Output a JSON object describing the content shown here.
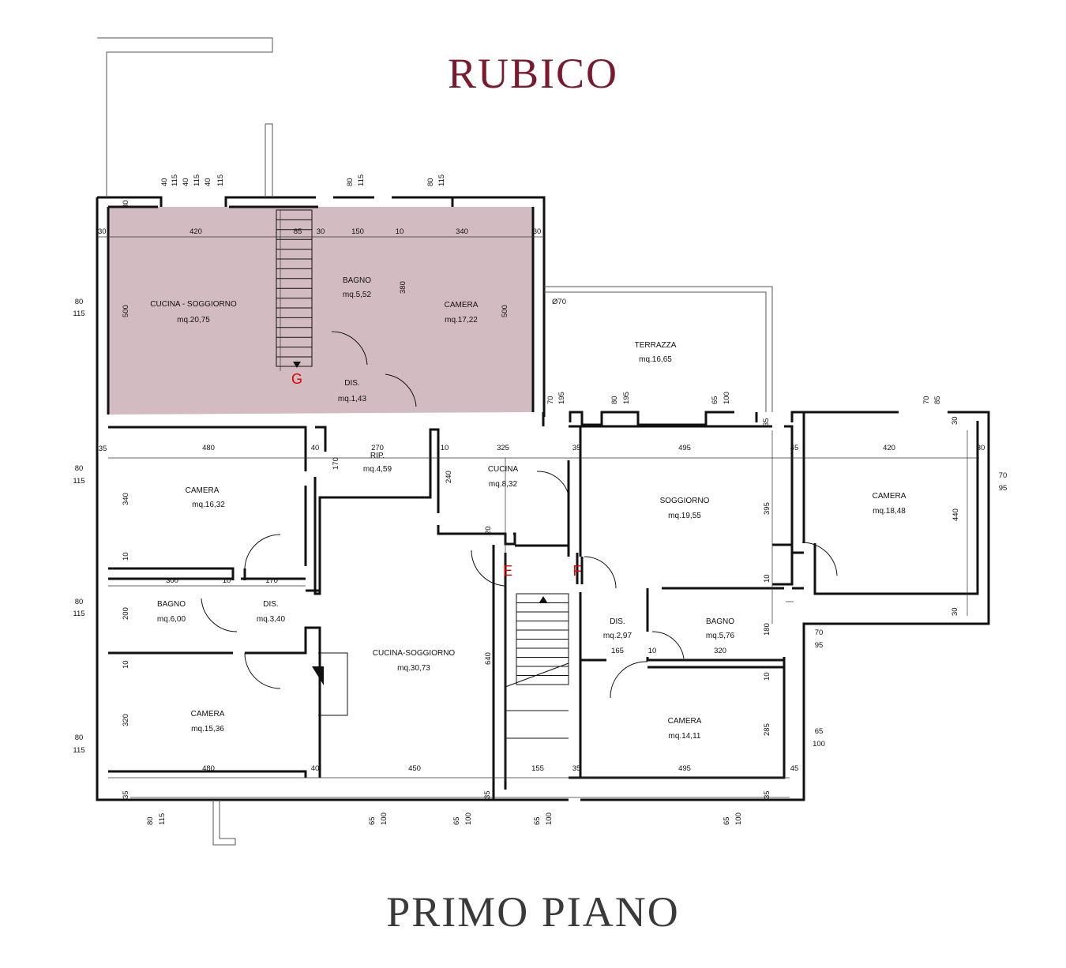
{
  "header": {
    "title": "RUBICO"
  },
  "footer": {
    "subtitle": "PRIMO PIANO"
  },
  "colors": {
    "title": "#7a1a2e",
    "highlight": "#d3bcc1",
    "wall": "#111111",
    "marker": "#e00000"
  },
  "rooms": {
    "cucina_soggiorno_top": {
      "name": "CUCINA - SOGGIORNO",
      "area": "mq.20,75"
    },
    "bagno_top": {
      "name": "BAGNO",
      "area": "mq.5,52"
    },
    "camera_top": {
      "name": "CAMERA",
      "area": "mq.17,22"
    },
    "dis_top": {
      "name": "DIS.",
      "area": "mq.1,43"
    },
    "terrazza": {
      "name": "TERRAZZA",
      "area": "mq.16,65"
    },
    "camera_w1": {
      "name": "CAMERA",
      "area": "mq.16,32"
    },
    "rip": {
      "name": "RIP.",
      "area": "mq.4,59"
    },
    "cucina": {
      "name": "CUCINA",
      "area": "mq.8,32"
    },
    "soggiorno": {
      "name": "SOGGIORNO",
      "area": "mq.19,55"
    },
    "camera_e1": {
      "name": "CAMERA",
      "area": "mq.18,48"
    },
    "bagno_w": {
      "name": "BAGNO",
      "area": "mq.6,00"
    },
    "dis_w": {
      "name": "DIS.",
      "area": "mq.3,40"
    },
    "cucina_soggiorno_mid": {
      "name": "CUCINA-SOGGIORNO",
      "area": "mq.30,73"
    },
    "dis_e": {
      "name": "DIS.",
      "area": "mq.2,97"
    },
    "bagno_e": {
      "name": "BAGNO",
      "area": "mq.5,76"
    },
    "camera_w2": {
      "name": "CAMERA",
      "area": "mq.15,36"
    },
    "camera_e2": {
      "name": "CAMERA",
      "area": "mq.14,11"
    }
  },
  "markers": {
    "g": "G",
    "e": "E",
    "f": "F"
  },
  "dimensions": {
    "top_row": [
      "40",
      "115",
      "40",
      "115",
      "40",
      "115",
      "80",
      "115",
      "80",
      "115"
    ],
    "upper_inner": [
      "30",
      "420",
      "85",
      "30",
      "150",
      "10",
      "340",
      "30"
    ],
    "upper_vert": [
      "500",
      "380",
      "500",
      "30"
    ],
    "west_windows": [
      "80",
      "115"
    ],
    "window_dia": "Ø70",
    "terrace_bottom": [
      "70",
      "195",
      "80",
      "195",
      "65",
      "100",
      "35",
      "70",
      "85",
      "30"
    ],
    "row2": [
      "35",
      "480",
      "40",
      "270",
      "10",
      "325",
      "35",
      "495",
      "45",
      "420",
      "30"
    ],
    "row2_vert": [
      "340",
      "170",
      "240",
      "20",
      "395",
      "440"
    ],
    "east_windows": [
      "70",
      "95"
    ],
    "row3": [
      "10",
      "300",
      "10",
      "170",
      "200",
      "180",
      "165",
      "10",
      "320",
      "10",
      "30"
    ],
    "center_vert": [
      "640"
    ],
    "row4": [
      "10",
      "320",
      "285",
      "65",
      "100"
    ],
    "bottom_row": [
      "480",
      "40",
      "450",
      "155",
      "35",
      "495",
      "45"
    ],
    "bottom_windows": [
      "35",
      "80",
      "115",
      "65",
      "100",
      "65",
      "100",
      "35",
      "65",
      "100",
      "65",
      "100",
      "35"
    ]
  }
}
